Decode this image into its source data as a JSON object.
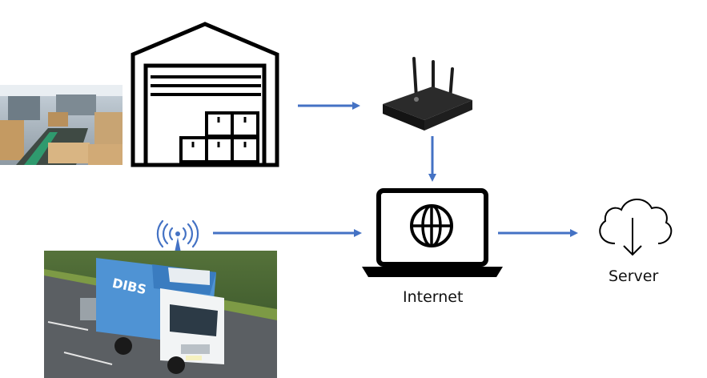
{
  "labels": {
    "internet": "Internet",
    "server": "Server"
  },
  "truck_logo": "DIBS",
  "colors": {
    "arrow": "#4472C4",
    "icon_stroke": "#000000",
    "router_body": "#1c1c1c",
    "truck_box": "#4f93d4",
    "road": "#5b5f63",
    "grass": "#5d7a33"
  },
  "icons": [
    "warehouse-photo",
    "warehouse-icon",
    "router-icon",
    "laptop-globe-icon",
    "cloud-download-icon",
    "wireless-signal-icon",
    "truck-photo"
  ]
}
